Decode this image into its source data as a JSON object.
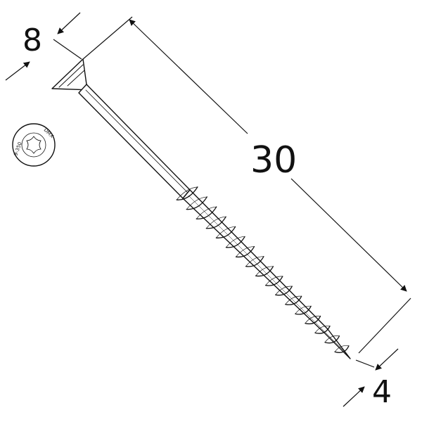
{
  "dimensions": {
    "length": "30",
    "head_diameter": "8",
    "thread_diameter": "4"
  },
  "head_marking": {
    "brand": "DMX",
    "code": "9-350"
  },
  "colors": {
    "line": "#111111",
    "background": "#ffffff"
  }
}
